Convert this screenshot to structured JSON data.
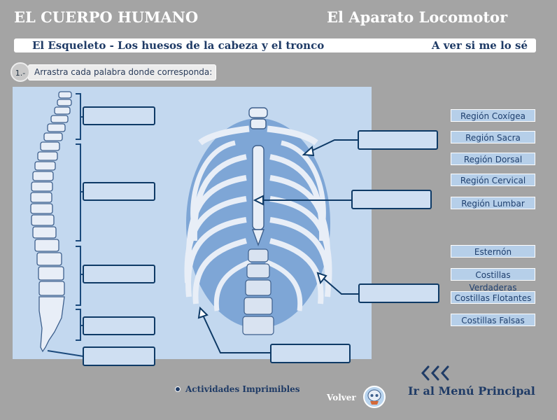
{
  "header": {
    "title_left": "EL CUERPO HUMANO",
    "title_right": "El Aparato Locomotor"
  },
  "subheader": {
    "title": "El Esqueleto - Los huesos de la cabeza y el tronco",
    "right_label": "A ver si me lo sé"
  },
  "question": {
    "number": "1.-",
    "instruction": "Arrastra cada palabra donde corresponda:"
  },
  "words_spine": [
    "Región Coxígea",
    "Región Sacra",
    "Región Dorsal",
    "Región Cervical",
    "Región Lumbar"
  ],
  "words_thorax": [
    "Esternón",
    "Costillas Verdaderas",
    "Costillas Flotantes",
    "Costillas Falsas"
  ],
  "footer": {
    "printables": "Actividades Imprimibles",
    "back": "Volver",
    "main_menu": "Ir al Menú Principal"
  },
  "colors": {
    "background": "#a4a4a4",
    "panel": "#c3d8ef",
    "accent": "#1f3b66",
    "word_bg": "#b6cfe9"
  }
}
